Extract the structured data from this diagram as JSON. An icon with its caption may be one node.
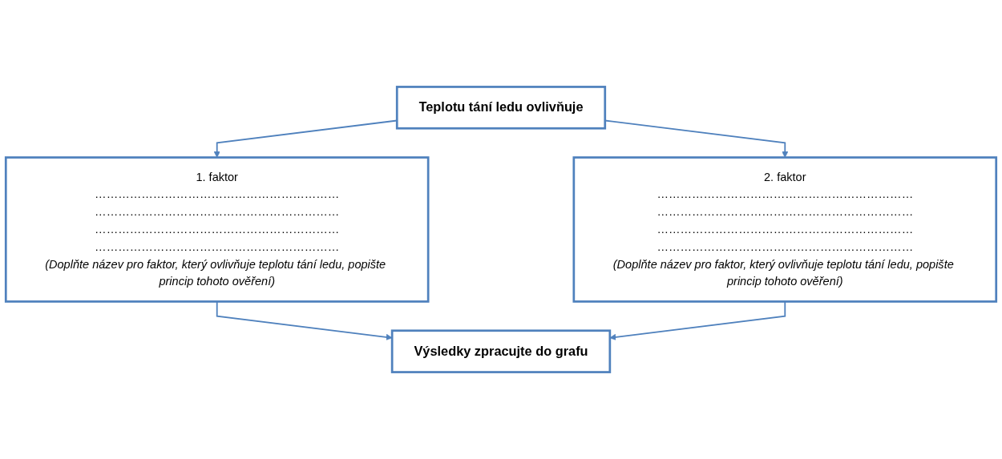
{
  "diagram": {
    "nodes": [
      {
        "text": [
          "Teplotu tání ledu ovlivňuje"
        ]
      },
      {
        "text": [
          "1. faktor",
          "………………………………………………………",
          "………………………………………………………",
          "………………………………………………………",
          "………………………………………………………",
          "(Doplňte název pro faktor, který ovlivňuje teplotu tání ledu, popište princip tohoto ověření)"
        ]
      },
      {
        "text": [
          "2. faktor",
          "…………………………………………………………",
          "…………………………………………………………",
          "…………………………………………………………",
          "…………………………………………………………",
          "(Doplňte název pro faktor, který ovlivňuje teplotu tání ledu, popište princip tohoto ověření)"
        ]
      },
      {
        "text": [
          "Výsledky zpracujte do grafu"
        ]
      }
    ],
    "edges": [
      {
        "from": 0,
        "to": 1,
        "arrow": "to"
      },
      {
        "from": 0,
        "to": 2,
        "arrow": "to"
      },
      {
        "from": 1,
        "to": 3,
        "arrow": "to"
      },
      {
        "from": 2,
        "to": 3,
        "arrow": "to"
      }
    ]
  }
}
